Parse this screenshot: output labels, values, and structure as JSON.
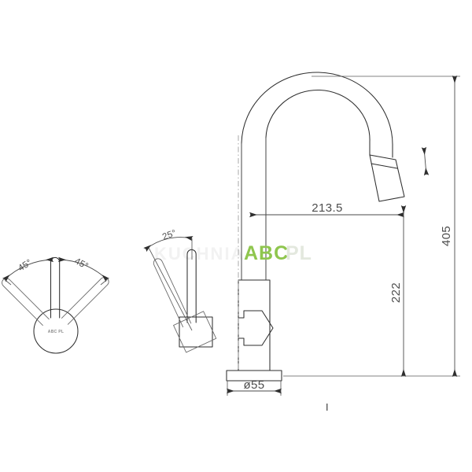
{
  "document": {
    "type": "technical-drawing",
    "subject": "kitchen-mixer-tap-pull-down-spray",
    "background_color": "#ffffff",
    "line_color": "#2e2e2e",
    "dimension_text_color": "#4d4d4d"
  },
  "watermark": {
    "primary": "ABC",
    "primary_color": "#8fc64e",
    "secondary": "PL",
    "secondary_color": "#e3e8de",
    "ghost_left": "KUCHNIA",
    "logo_in_circle": "ABC PL"
  },
  "views": {
    "top_view": {
      "name": "top-view-swivel-range",
      "angle_left": "45°",
      "angle_right": "45°"
    },
    "front_view": {
      "name": "front-elevation",
      "handle_angle": "25°"
    }
  },
  "dimensions": {
    "spout_reach": {
      "label": "213.5",
      "orientation": "horizontal",
      "description": "horizontal spout reach from body centre to spray outlet"
    },
    "overall_height": {
      "label": "405",
      "orientation": "vertical",
      "description": "overall tap height from base to top of arch"
    },
    "outlet_height": {
      "label": "222",
      "orientation": "vertical",
      "description": "height from base to spray head outlet"
    },
    "base_diameter": {
      "label": "ø55",
      "orientation": "horizontal",
      "description": "diameter of mounting base flange"
    },
    "swivel_left": {
      "label": "45°"
    },
    "swivel_right": {
      "label": "45°"
    },
    "handle_lift": {
      "label": "25°"
    }
  },
  "annotations": {
    "spray_travel_arrow": "double-headed-vertical-arrow",
    "bottom_tick": "|"
  }
}
